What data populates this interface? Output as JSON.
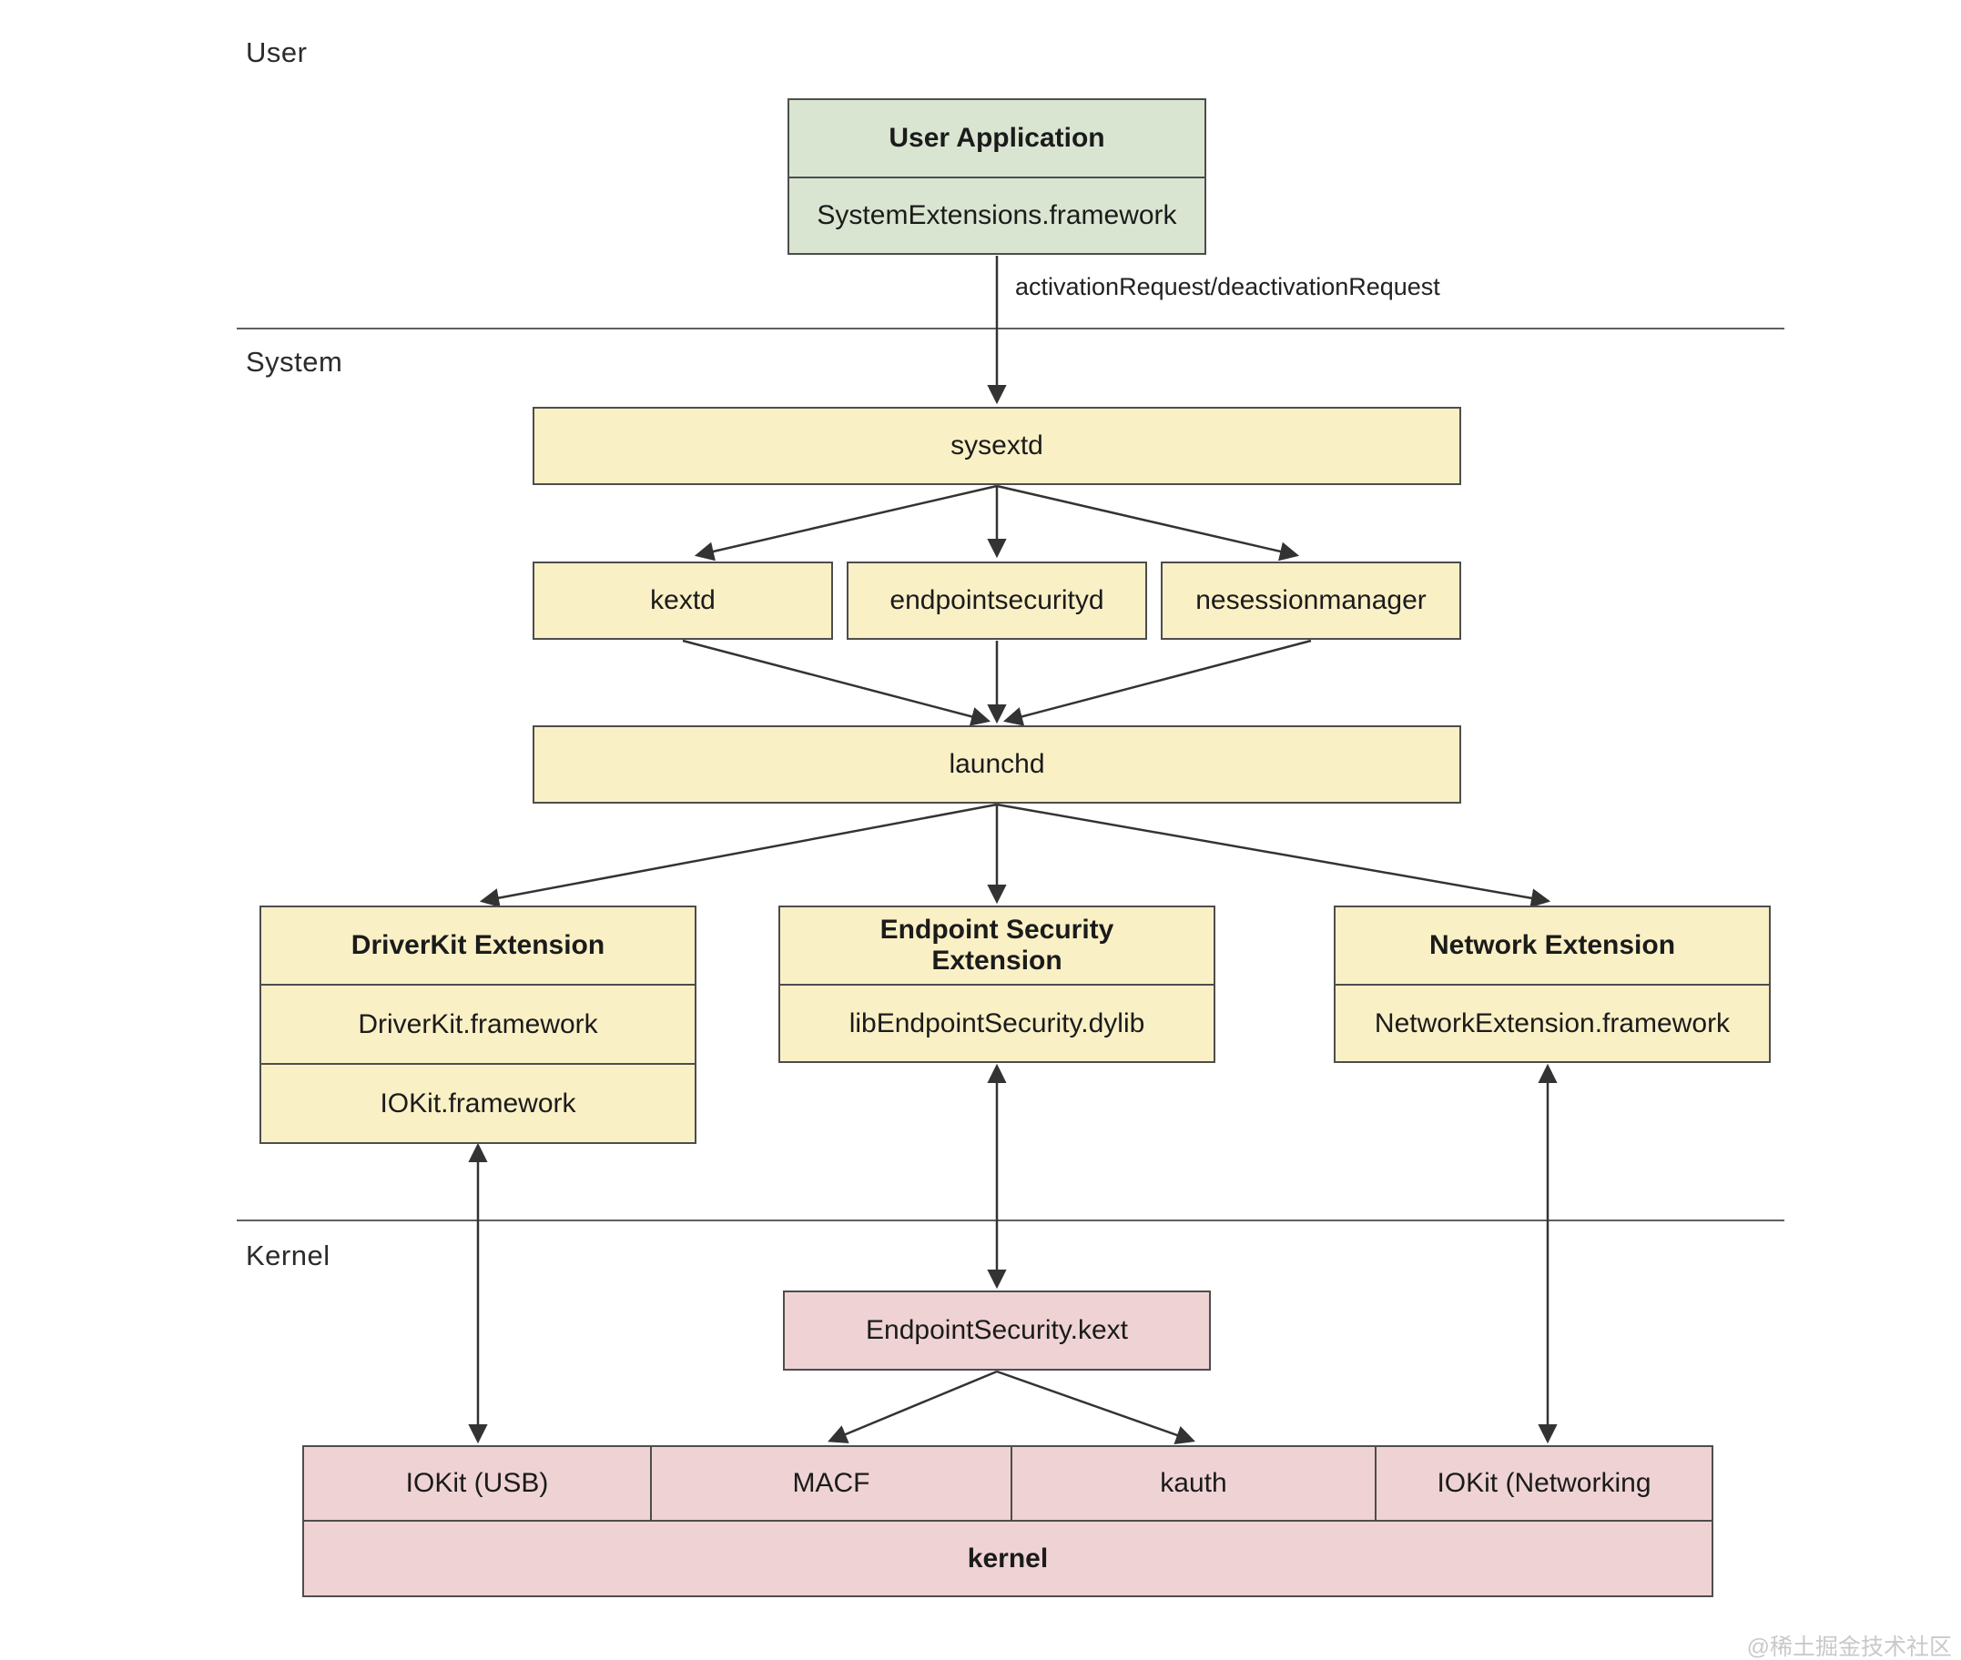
{
  "layers": {
    "user": "User",
    "system": "System",
    "kernel": "Kernel"
  },
  "nodes": {
    "user_application": {
      "title": "User Application",
      "framework": "SystemExtensions.framework"
    },
    "sysextd": "sysextd",
    "kextd": "kextd",
    "endpointsecurityd": "endpointsecurityd",
    "nesessionmanager": "nesessionmanager",
    "launchd": "launchd",
    "driverkit_extension": {
      "title": "DriverKit Extension",
      "row1": "DriverKit.framework",
      "row2": "IOKit.framework"
    },
    "endpoint_security_extension": {
      "title": "Endpoint Security Extension",
      "row1": "libEndpointSecurity.dylib"
    },
    "network_extension": {
      "title": "Network Extension",
      "row1": "NetworkExtension.framework"
    },
    "endpointsecurity_kext": "EndpointSecurity.kext",
    "kernel_block": {
      "cells": [
        "IOKit (USB)",
        "MACF",
        "kauth",
        "IOKit (Networking"
      ],
      "base": "kernel"
    }
  },
  "edges": {
    "activation_label": "activationRequest/deactivationRequest"
  },
  "watermark": "@稀土掘金技术社区",
  "colors": {
    "user_fill": "#d9e5d1",
    "system_fill": "#faf0c6",
    "kernel_fill": "#efd3d4",
    "border": "#4d4d4d",
    "line": "#333333"
  }
}
